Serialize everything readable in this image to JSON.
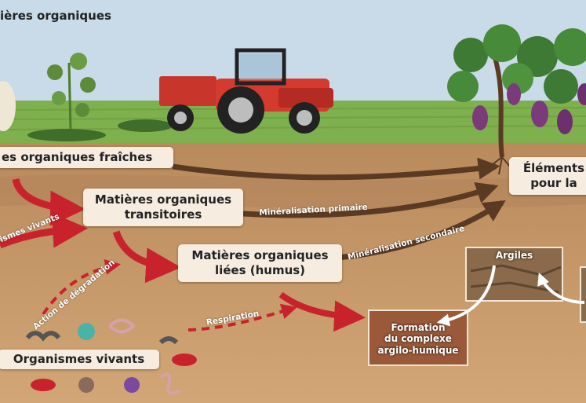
{
  "title": "ières organiques",
  "labels": {
    "fresh": "es organiques fraîches",
    "transitory_line1": "Matières organiques",
    "transitory_line2": "transitoires",
    "bound_line1": "Matières organiques",
    "bound_line2": "liées (humus)",
    "elements_line1": "Éléments",
    "elements_line2": "pour la",
    "organisms": "Organismes vivants"
  },
  "processes": {
    "primary": "Minéralisation primaire",
    "secondary": "Minéralisation secondaire",
    "degradation": "Action de dégradation",
    "respiration": "Respiration",
    "living": "ismes vivants"
  },
  "boxes": {
    "clays": "Argiles",
    "complex_line1": "Formation",
    "complex_line2": "du complexe",
    "complex_line3": "argilo-humique"
  },
  "colors": {
    "sky": "#c9dbe8",
    "grass": "#7fb04e",
    "soil": "#c79a6b",
    "label_bg": "#f6ece0",
    "red_arrow": "#c8232d",
    "brown_arrow": "#5b3a24"
  }
}
